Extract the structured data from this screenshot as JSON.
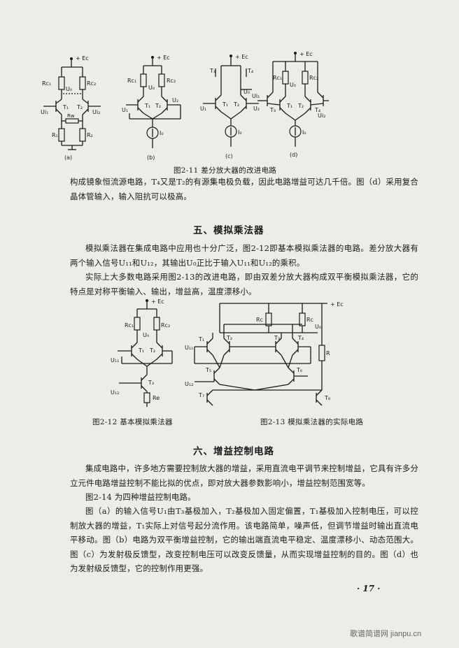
{
  "fig_2_11": {
    "caption": "图2-11  差分放大器的改进电路",
    "a": {
      "label": "(a)",
      "ec": "+ Ec",
      "rc1": "Rc₁",
      "rc2": "Rc₂",
      "u0": "U₀",
      "t1": "T₁",
      "t2": "T₂",
      "ui1": "Ui₁",
      "ui2": "Ui₂",
      "rw": "Rw",
      "r1": "R₁",
      "r2": "R₂"
    },
    "b": {
      "label": "(b)",
      "ec": "+ Ec",
      "rc1": "Rc₁",
      "rc2": "Rc₂",
      "u0": "U₀",
      "t1": "T₁",
      "t2": "T₂",
      "ui1": "U₁",
      "ui2": "U₂",
      "i0": "I₀"
    },
    "c": {
      "label": "(c)",
      "ec": "+ Ec",
      "t3": "T₃",
      "t4": "T₄",
      "u0": "U₀",
      "t1": "T₁",
      "t2": "T₂",
      "ui1": "U₁",
      "ui2": "U₂",
      "i0": "I₀"
    },
    "d": {
      "label": "(d)",
      "ec": "+ Ec",
      "rc1": "Rc₁",
      "rc2": "Rc₂",
      "u0": "U₀",
      "t1": "T₁",
      "t2": "T₂",
      "t3": "T₃",
      "t4": "T₄",
      "ui1": "Ui₁",
      "ui2": "Ui₂",
      "i0": "I₀"
    }
  },
  "para_intro": "构成镜象恒流源电路，T₄又是T₂的有源集电极负载，因此电路增益可达几千倍。图（d）采用复合晶体管输入，输入阻抗可以极高。",
  "section5": {
    "title": "五、模拟乘法器"
  },
  "para_s5_1": "模拟乘法器在集成电路中应用也十分广泛，图2-12即基本模拟乘法器的电路。差分放大器有两个输入信号U₁₁和U₁₂，其输出U₀正比于输入U₁₁和U₁₂的乘积。",
  "para_s5_2": "实际上大多数电路采用图2-13的改进电路，即由双差分放大器构成双平衡模拟乘法器，它的特点是对称平衡输入、输出，增益高，温度漂移小。",
  "fig_2_12": {
    "caption": "图2-12  基本模拟乘法器",
    "ec": "+ Ec",
    "rc1": "Rc₁",
    "rc2": "Rc₂",
    "u0": "U₀",
    "t1": "T₁",
    "t2": "T₂",
    "t3": "T₃",
    "u11": "U₁₁",
    "u12": "U₁₂",
    "re": "Re"
  },
  "fig_2_13": {
    "caption": "图2-13  模拟乘法器的实际电路",
    "ec": "+ Ec",
    "rc1": "Rc",
    "rc2": "Rc",
    "u0": "U₀",
    "t1": "T₁",
    "t2": "T₂",
    "t3": "T₃",
    "t4": "T₄",
    "t5": "T₅",
    "t6": "T₆",
    "t7": "T₇",
    "t8": "T₈",
    "u11": "U₁₁",
    "u12": "U₁₂",
    "r": "R"
  },
  "section6": {
    "title": "六、增益控制电路"
  },
  "para_s6_1": "集成电路中，许多地方需要控制放大器的增益，采用直流电平调节来控制增益，它具有许多分立元件电路增益控制不能比拟的优点，即对放大器参数影响小，增益控制范围宽等。",
  "para_s6_2": "图2-14  为四种增益控制电路。",
  "para_s6_3": "图（a）的输入信号U₁由T₃基极加入，T₂基极加入固定偏置，T₁基极加入控制电压，可以控制放大器的增益，T₁实际上对信号起分流作用。该电路简单，噪声低，但调节增益时输出直流电平移动。图（b）电路为双平衡增益控制，它的输出端直流电平稳定、温度漂移小、动态范围大。图（c）为发射极反馈型，改变控制电压可以改变反馈量，从而实现增益控制的目的。图（d）也为发射级反馈型，它的控制作用更强。",
  "page_number": "· 17 ·",
  "watermark": "歌谱简谱网 jianpu.cn"
}
